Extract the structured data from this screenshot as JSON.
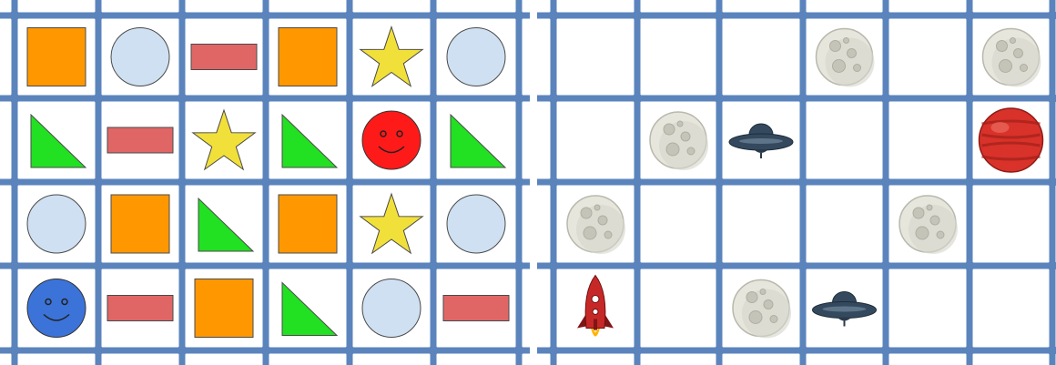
{
  "colors": {
    "grid_line": "#5b84bd",
    "cell_bg": "#ffffff",
    "square": "#ff9800",
    "circle": "#cfe0f2",
    "rectangle": "#e06666",
    "star": "#f2e03a",
    "triangle": "#22e022",
    "smiley_red": "#ff1a1a",
    "smiley_blue": "#3b73d9",
    "moon": "#e6e6dc",
    "planet": "#d8322a",
    "ufo": "#34495e",
    "rocket": "#c62828"
  },
  "left_board": {
    "rows": [
      [
        "square",
        "circle",
        "rectangle",
        "square",
        "star",
        "circle"
      ],
      [
        "triangle",
        "rectangle",
        "star",
        "triangle",
        "smiley-red",
        "triangle"
      ],
      [
        "circle",
        "square",
        "triangle",
        "square",
        "star",
        "circle"
      ],
      [
        "smiley-blue",
        "rectangle",
        "square",
        "triangle",
        "circle",
        "rectangle"
      ]
    ]
  },
  "right_board": {
    "rows": [
      [
        "",
        "",
        "",
        "moon",
        "",
        "moon"
      ],
      [
        "",
        "moon",
        "ufo",
        "",
        "",
        "planet"
      ],
      [
        "moon",
        "",
        "",
        "",
        "moon",
        ""
      ],
      [
        "rocket",
        "",
        "moon",
        "ufo",
        "",
        ""
      ]
    ]
  }
}
